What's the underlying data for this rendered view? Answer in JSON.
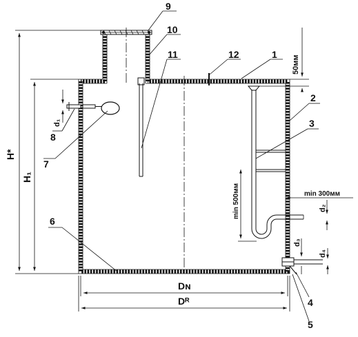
{
  "labels": {
    "n1": "1",
    "n2": "2",
    "n3": "3",
    "n4": "4",
    "n5": "5",
    "n6": "6",
    "n7": "7",
    "n8": "8",
    "n9": "9",
    "n10": "10",
    "n11": "11",
    "n12": "12"
  },
  "dimensions": {
    "top_gap": "50мм",
    "min_side": "min 300мм",
    "min_height": "min 500мм",
    "H_star": "H*",
    "H1": "H₁",
    "DN": "Dɴ",
    "DR": "Dᴿ",
    "d1": "d₁",
    "d2": "d₂",
    "d3": "d₃",
    "d4": "d₄"
  }
}
